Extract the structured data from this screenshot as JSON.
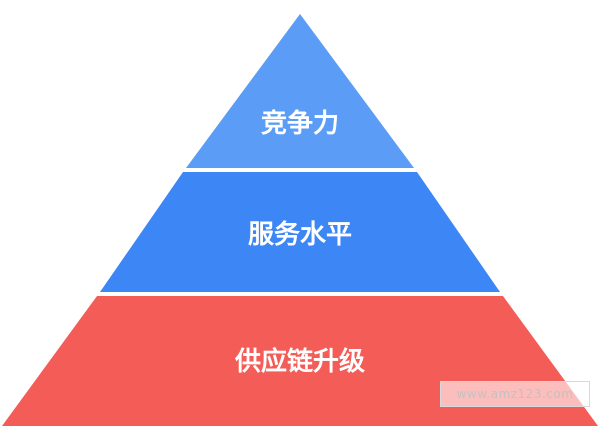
{
  "diagram": {
    "tiers": [
      {
        "label": "竞争力",
        "color": "#5b9cf6"
      },
      {
        "label": "服务水平",
        "color": "#3d86f5"
      },
      {
        "label": "供应链升级",
        "color": "#f45c57"
      }
    ]
  },
  "watermark": {
    "text": "www.amz123.com"
  }
}
